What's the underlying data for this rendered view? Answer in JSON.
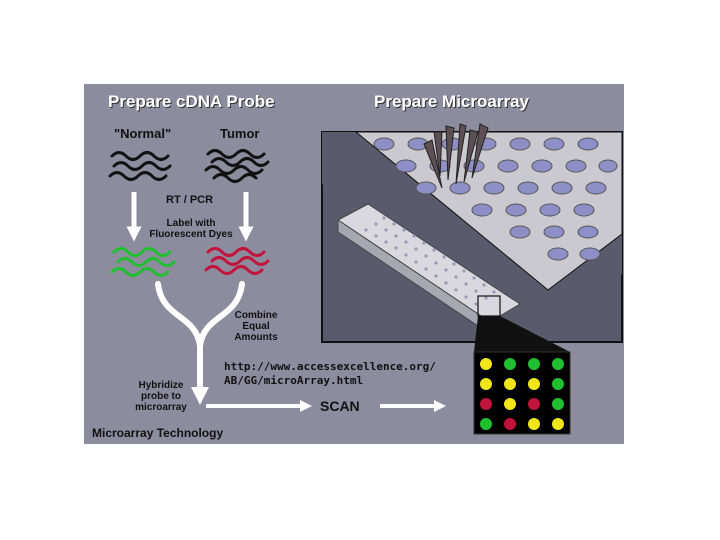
{
  "headings": {
    "left": "Prepare cDNA Probe",
    "right": "Prepare Microarray"
  },
  "labels": {
    "normal": "\"Normal\"",
    "tumor": "Tumor",
    "rt_pcr": "RT / PCR",
    "label_with": "Label with",
    "fluorescent_dyes": "Fluorescent Dyes",
    "combine": "Combine",
    "equal": "Equal",
    "amounts": "Amounts",
    "hybridize": "Hybridize",
    "probe_to": "probe to",
    "microarray": "microarray",
    "scan": "SCAN",
    "footer": "Microarray Technology"
  },
  "url": {
    "line1": "http://www.accessexcellence.org/",
    "line2": "AB/GG/microArray.html"
  },
  "colors": {
    "panel": "#8d8b9e",
    "green": "#1fbf2f",
    "red": "#c0143c",
    "yellow": "#f2e51a",
    "black": "#111111"
  },
  "spot_grid": [
    [
      "yellow",
      "green",
      "green",
      "green"
    ],
    [
      "yellow",
      "yellow",
      "yellow",
      "green"
    ],
    [
      "red",
      "yellow",
      "red",
      "green"
    ],
    [
      "green",
      "red",
      "yellow",
      "yellow"
    ]
  ]
}
